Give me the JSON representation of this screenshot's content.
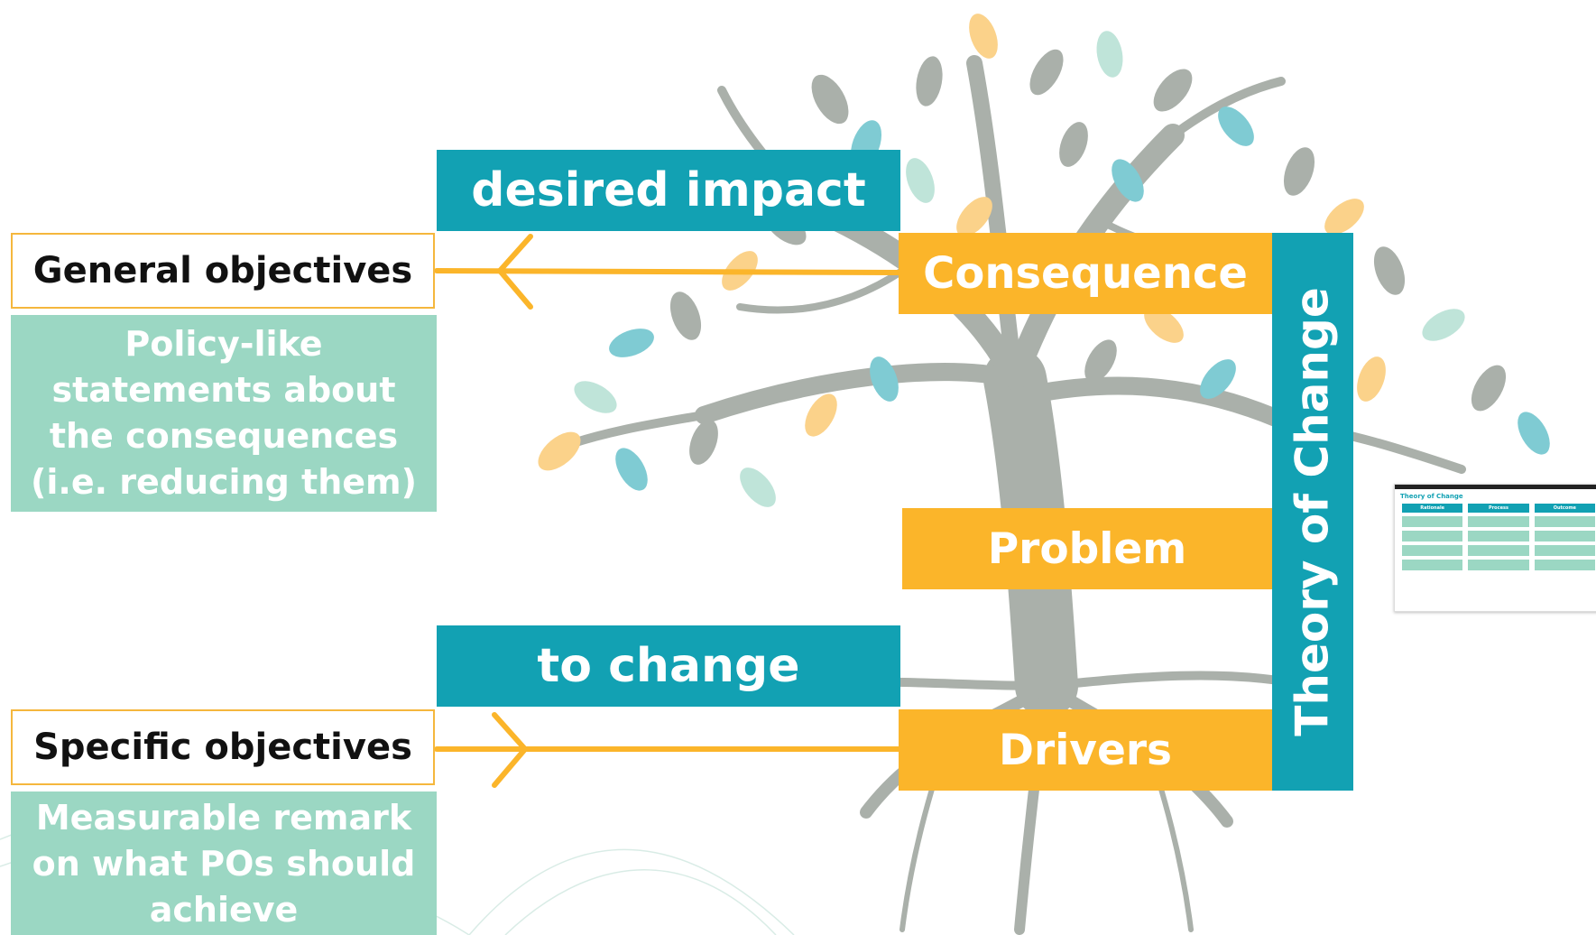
{
  "diagram": {
    "top_bar": "desired impact",
    "bottom_bar": "to change",
    "consequence": "Consequence",
    "problem": "Problem",
    "drivers": "Drivers",
    "side_label": "Theory of Change",
    "general_objectives": "General objectives",
    "general_description": "Policy-like statements about the consequences (i.e. reducing them)",
    "specific_objectives": "Specific objectives",
    "specific_description": "Measurable remark on what POs should achieve"
  },
  "thumbnail": {
    "title": "Theory of Change",
    "columns": [
      "Rationale",
      "Process",
      "Outcome"
    ]
  },
  "colors": {
    "teal": "#12a1b3",
    "orange": "#fbb52a",
    "mint": "#9bd7c3",
    "tree_gray": "#aab0aa"
  },
  "icons": {
    "background": "tree-illustration",
    "arrows": [
      "left-arrow",
      "right-arrow"
    ]
  }
}
